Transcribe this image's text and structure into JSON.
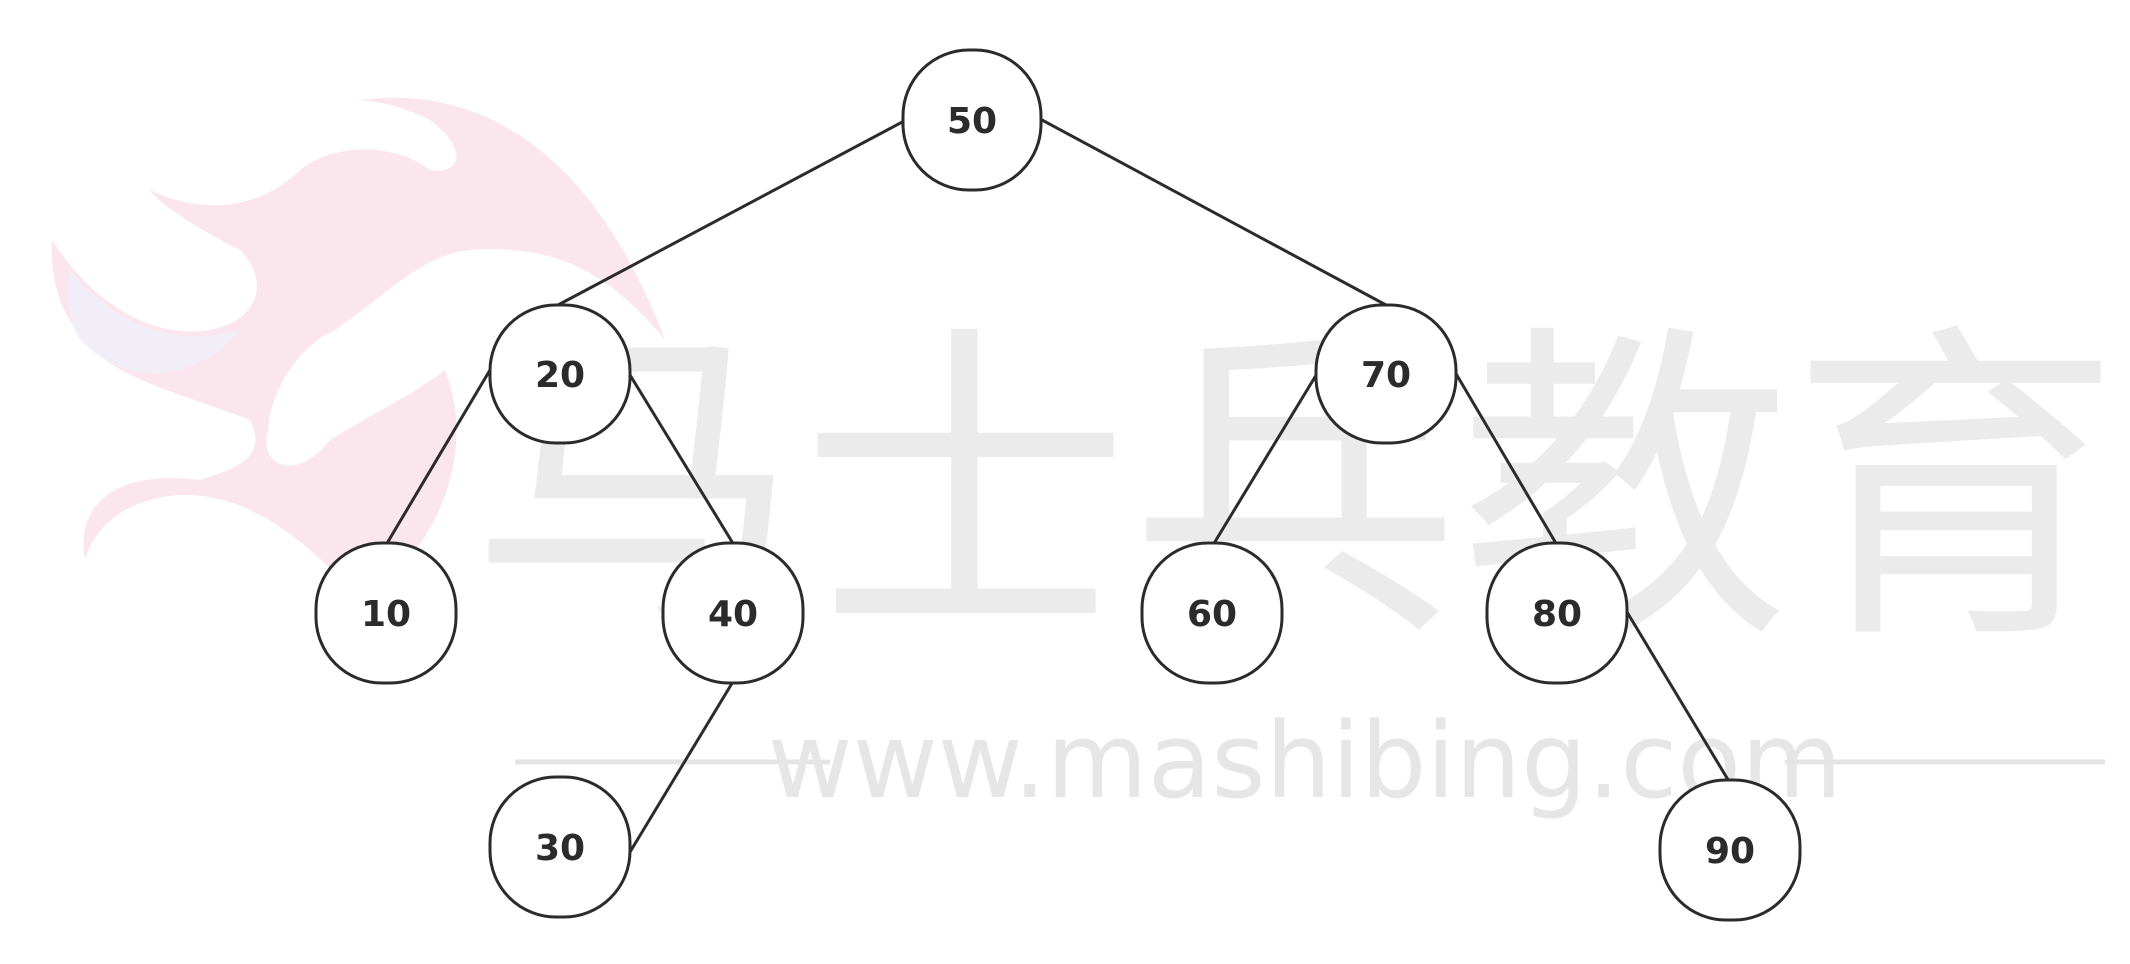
{
  "watermark": {
    "brand_text": "马士兵教育",
    "url_text": "www.mashibing.com"
  },
  "tree": {
    "nodes": [
      {
        "id": "n50",
        "value": "50"
      },
      {
        "id": "n20",
        "value": "20"
      },
      {
        "id": "n70",
        "value": "70"
      },
      {
        "id": "n10",
        "value": "10"
      },
      {
        "id": "n40",
        "value": "40"
      },
      {
        "id": "n60",
        "value": "60"
      },
      {
        "id": "n80",
        "value": "80"
      },
      {
        "id": "n30",
        "value": "30"
      },
      {
        "id": "n90",
        "value": "90"
      }
    ],
    "edges": [
      {
        "from": "n50",
        "to": "n20"
      },
      {
        "from": "n50",
        "to": "n70"
      },
      {
        "from": "n20",
        "to": "n10"
      },
      {
        "from": "n20",
        "to": "n40"
      },
      {
        "from": "n40",
        "to": "n30"
      },
      {
        "from": "n70",
        "to": "n60"
      },
      {
        "from": "n70",
        "to": "n80"
      },
      {
        "from": "n80",
        "to": "n90"
      }
    ]
  },
  "colors": {
    "stroke": "#2b2b2b",
    "node_fill": "#ffffff",
    "watermark_gray": "#ebebeb",
    "watermark_pink": "#fbe3ec",
    "watermark_lavender": "#f0eef8"
  }
}
